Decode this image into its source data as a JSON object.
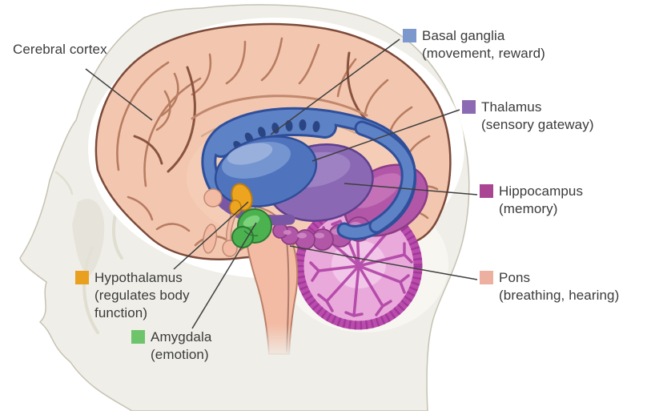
{
  "figure": {
    "subject": "Human brain sagittal section inside a head profile silhouette"
  },
  "labels": {
    "cerebral_cortex": {
      "name": "Cerebral cortex",
      "sub": "",
      "swatch": null
    },
    "basal_ganglia": {
      "name": "Basal ganglia",
      "sub": "(movement, reward)",
      "swatch": "#7d98cd"
    },
    "thalamus": {
      "name": "Thalamus",
      "sub": "(sensory gateway)",
      "swatch": "#8c6ab3"
    },
    "hippocampus": {
      "name": "Hippocampus",
      "sub": "(memory)",
      "swatch": "#aa4594"
    },
    "pons": {
      "name": "Pons",
      "sub": "(breathing, hearing)",
      "swatch": "#edb0a0"
    },
    "hypothalamus": {
      "name": "Hypothalamus",
      "sub": "(regulates body function)",
      "swatch": "#e9a01f"
    },
    "amygdala": {
      "name": "Amygdala",
      "sub": "(emotion)",
      "swatch": "#6ec46b"
    }
  },
  "colors": {
    "background": "#ffffff",
    "head_silhouette": "#efeee8",
    "cortex": "#f3c7af",
    "cortex_outline": "#7c4a3a",
    "basal_ganglia_fill": "#4f74bd",
    "thalamus_fill": "#8b68b3",
    "hippocampus_fill": "#b257a8",
    "cerebellum_fill": "#e9aadb",
    "cerebellum_dark": "#a9379f",
    "brainstem_fill": "#f3bba4",
    "hypothalamus_fill": "#eda51f",
    "amygdala_fill": "#4cb250",
    "label_text": "#3b3b3b",
    "leader_line": "#3f3f3f"
  }
}
